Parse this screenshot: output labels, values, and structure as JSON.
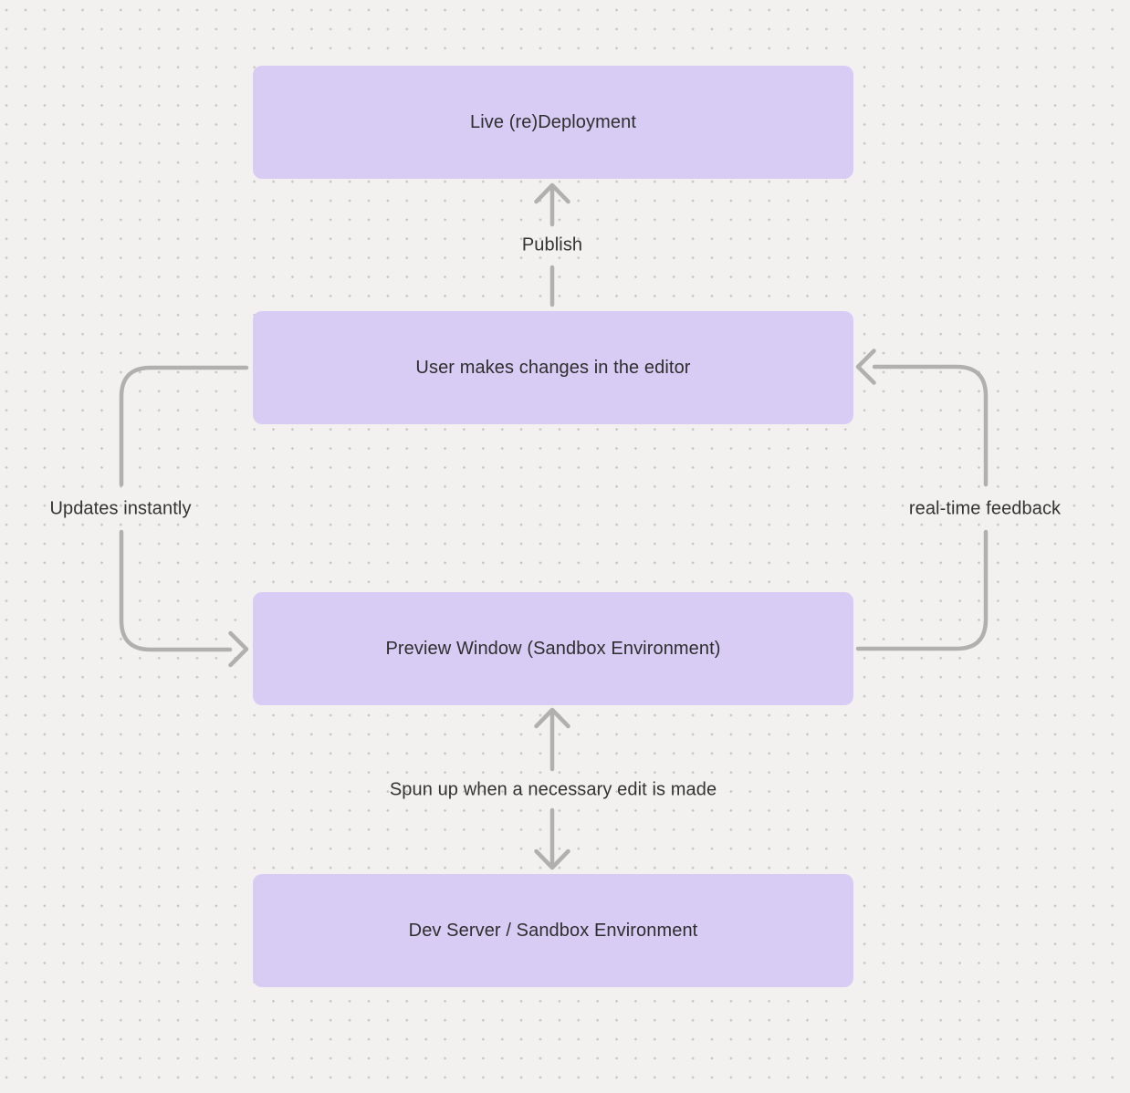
{
  "diagram": {
    "nodes": [
      {
        "id": "live-deployment",
        "label": "Live (re)Deployment"
      },
      {
        "id": "user-editor",
        "label": "User makes changes in the editor"
      },
      {
        "id": "preview-window",
        "label": "Preview Window (Sandbox Environment)"
      },
      {
        "id": "dev-server",
        "label": "Dev Server / Sandbox Environment"
      }
    ],
    "edges": [
      {
        "from": "user-editor",
        "to": "live-deployment",
        "label": "Publish",
        "direction": "up"
      },
      {
        "from": "user-editor",
        "to": "preview-window",
        "label": "Updates instantly",
        "direction": "down-left-loop"
      },
      {
        "from": "preview-window",
        "to": "user-editor",
        "label": "real-time feedback",
        "direction": "up-right-loop"
      },
      {
        "from": "preview-window",
        "to": "dev-server",
        "label": "Spun up when a necessary edit is made",
        "direction": "bidirectional"
      }
    ],
    "colors": {
      "node_fill": "#d8ccf5",
      "arrow": "#b1b0ae",
      "text": "#2e2e2e",
      "background": "#f2f1ef",
      "grid_dot": "#c8c7c5"
    }
  }
}
